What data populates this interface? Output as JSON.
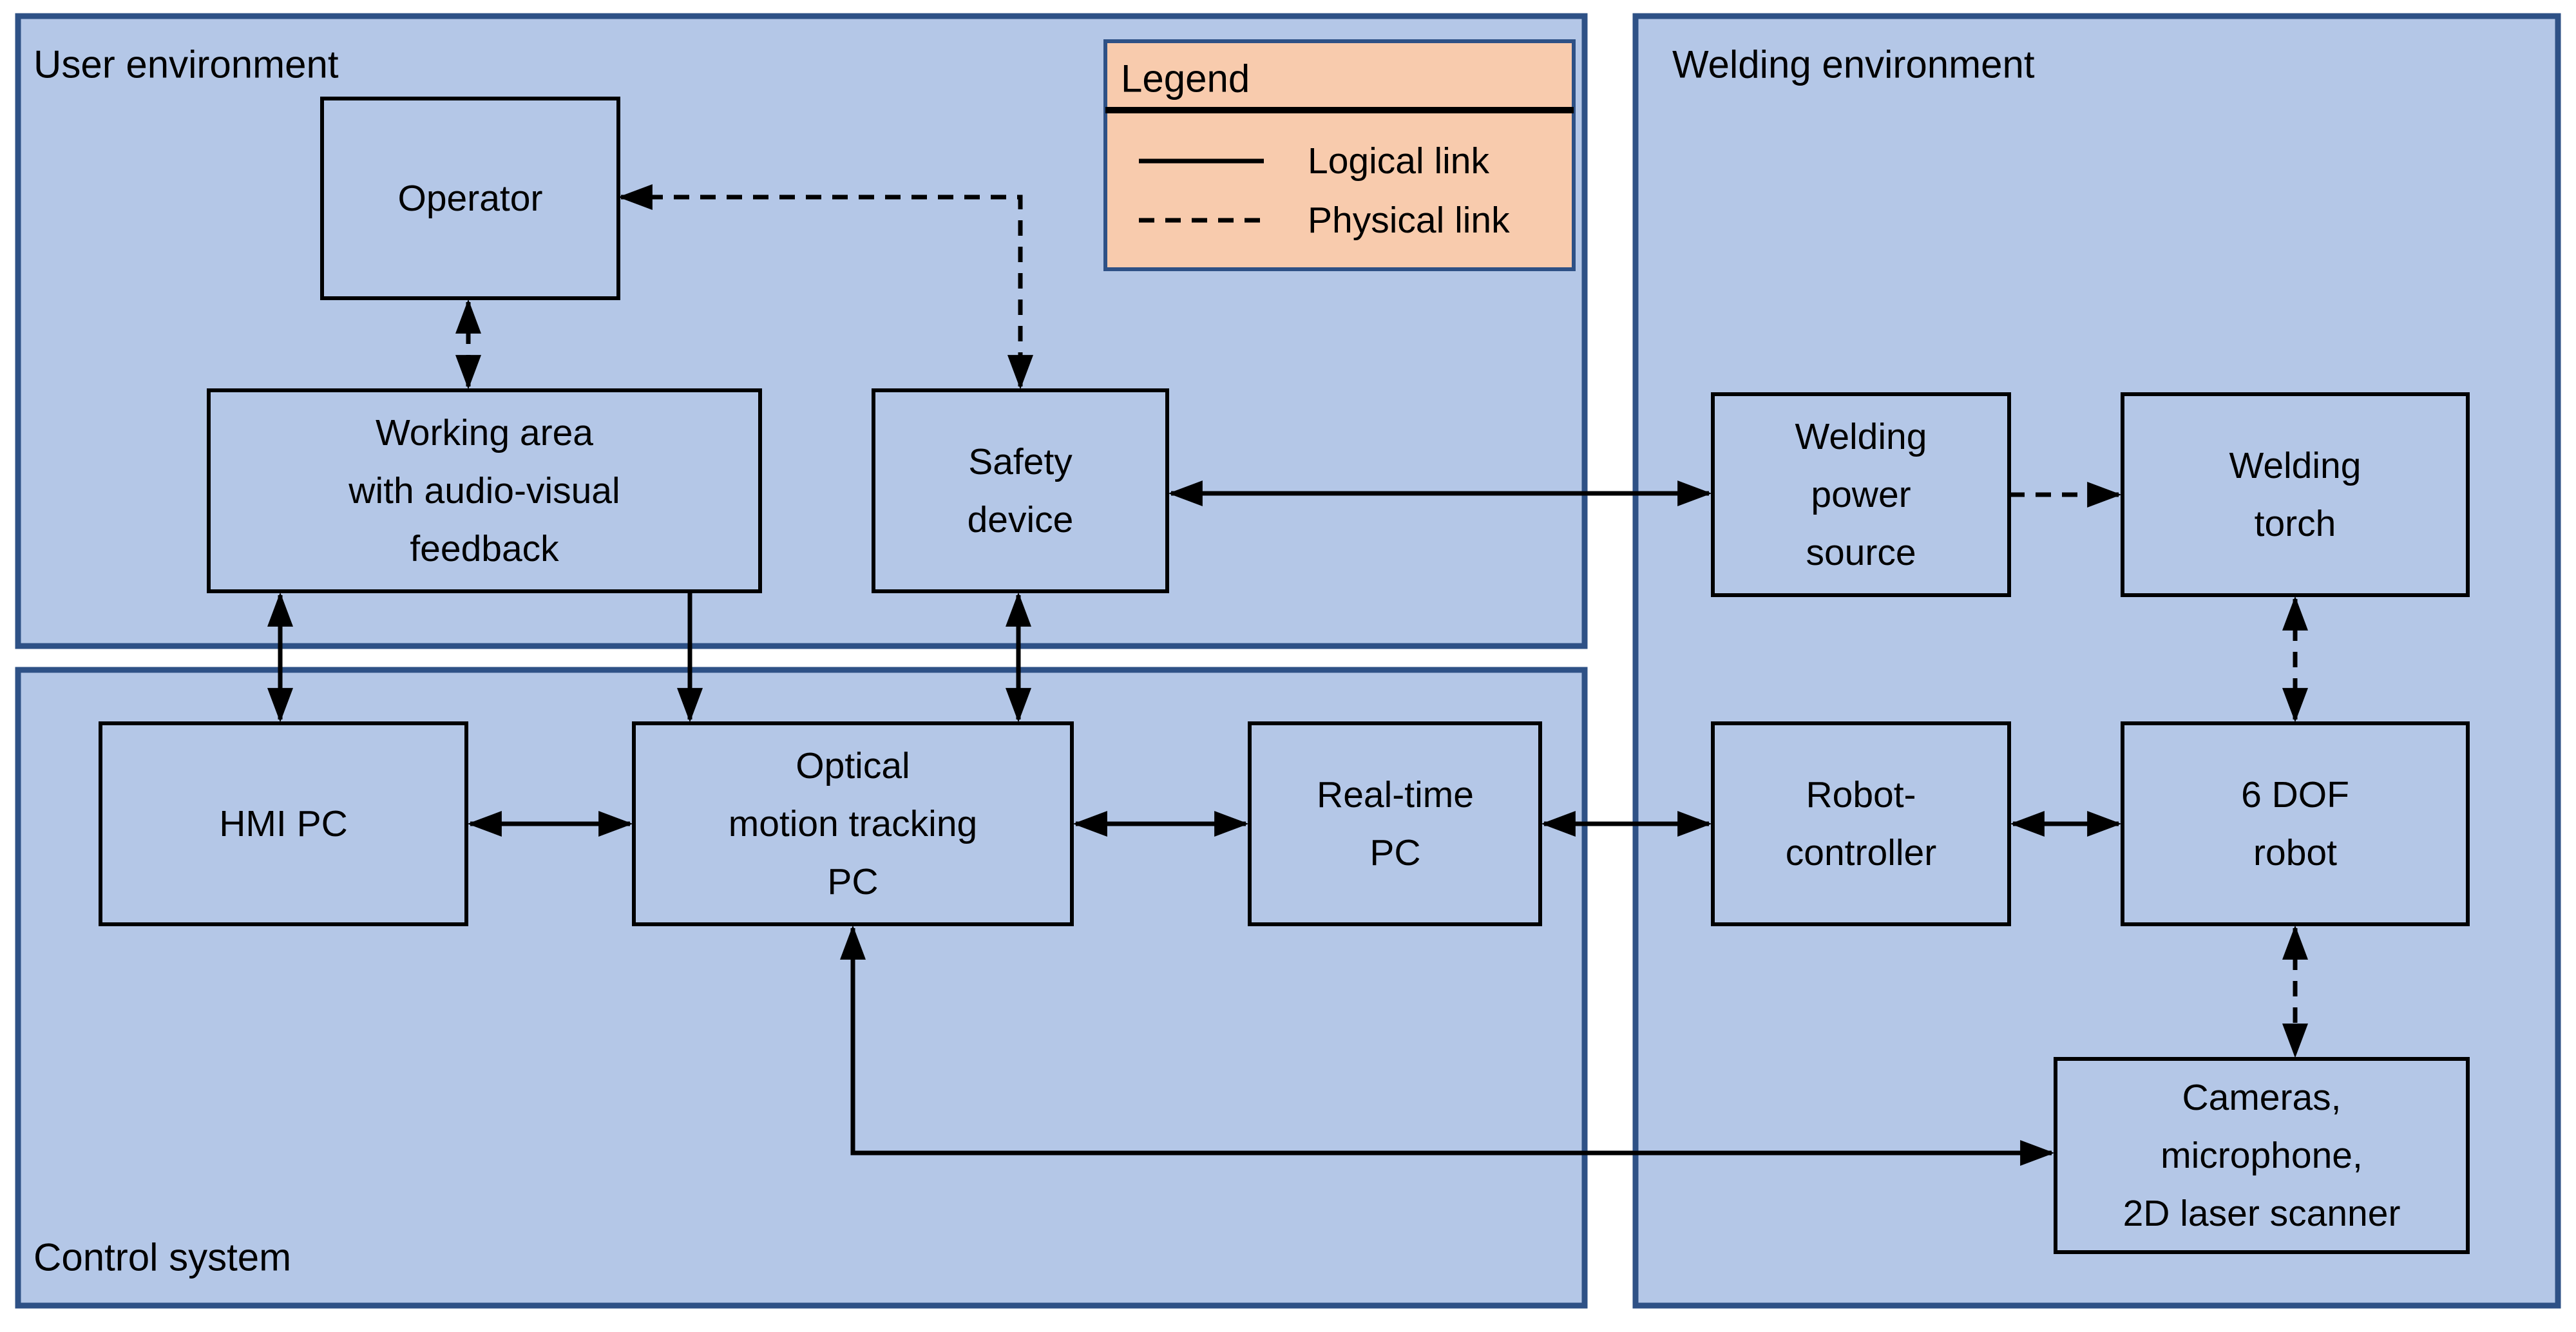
{
  "figure_type": "system-architecture-block-diagram",
  "colors": {
    "background": "#FFFFFF",
    "container_fill": "#B4C7E7",
    "container_border": "#2E5186",
    "node_fill": "#B4C7E7",
    "node_border": "#000000",
    "legend_fill": "#F8CBAD",
    "legend_border": "#2E5186",
    "link_color": "#000000",
    "text_color": "#000000"
  },
  "containers": {
    "user_env": {
      "label": "User environment"
    },
    "control_system": {
      "label": "Control system"
    },
    "welding_env": {
      "label": "Welding environment"
    }
  },
  "legend": {
    "title": "Legend",
    "items": [
      {
        "style": "solid",
        "label": "Logical link"
      },
      {
        "style": "dashed",
        "label": "Physical link"
      }
    ]
  },
  "nodes": {
    "operator": {
      "lines": [
        "Operator"
      ],
      "region": "user_env"
    },
    "working_area": {
      "lines": [
        "Working area",
        "with audio-visual",
        "feedback"
      ],
      "region": "user_env"
    },
    "safety_device": {
      "lines": [
        "Safety",
        "device"
      ],
      "region": "user_env"
    },
    "hmi_pc": {
      "lines": [
        "HMI PC"
      ],
      "region": "control_system"
    },
    "optical_pc": {
      "lines": [
        "Optical",
        "motion tracking",
        "PC"
      ],
      "region": "control_system"
    },
    "realtime_pc": {
      "lines": [
        "Real-time",
        "PC"
      ],
      "region": "control_system"
    },
    "robot_controller": {
      "lines": [
        "Robot-",
        "controller"
      ],
      "region": "welding_env"
    },
    "welding_power_source": {
      "lines": [
        "Welding",
        "power",
        "source"
      ],
      "region": "welding_env"
    },
    "welding_torch": {
      "lines": [
        "Welding",
        "torch"
      ],
      "region": "welding_env"
    },
    "six_dof_robot": {
      "lines": [
        "6 DOF",
        "robot"
      ],
      "region": "welding_env"
    },
    "sensors": {
      "lines": [
        "Cameras,",
        "microphone,",
        "2D laser scanner"
      ],
      "region": "welding_env"
    }
  },
  "links": [
    {
      "from": "safety_device",
      "to": "operator",
      "type": "physical",
      "style": "dashed",
      "arrows": "both"
    },
    {
      "from": "operator",
      "to": "working_area",
      "type": "physical",
      "style": "dashed",
      "arrows": "both"
    },
    {
      "from": "working_area",
      "to": "hmi_pc",
      "type": "logical",
      "style": "solid",
      "arrows": "both"
    },
    {
      "from": "working_area",
      "to": "optical_pc",
      "type": "logical",
      "style": "solid",
      "arrows": "to"
    },
    {
      "from": "safety_device",
      "to": "optical_pc",
      "type": "logical",
      "style": "solid",
      "arrows": "both"
    },
    {
      "from": "safety_device",
      "to": "welding_power_source",
      "type": "logical",
      "style": "solid",
      "arrows": "both"
    },
    {
      "from": "hmi_pc",
      "to": "optical_pc",
      "type": "logical",
      "style": "solid",
      "arrows": "both"
    },
    {
      "from": "optical_pc",
      "to": "realtime_pc",
      "type": "logical",
      "style": "solid",
      "arrows": "both"
    },
    {
      "from": "realtime_pc",
      "to": "robot_controller",
      "type": "logical",
      "style": "solid",
      "arrows": "both"
    },
    {
      "from": "robot_controller",
      "to": "six_dof_robot",
      "type": "logical",
      "style": "solid",
      "arrows": "both"
    },
    {
      "from": "welding_power_source",
      "to": "welding_torch",
      "type": "physical",
      "style": "dashed",
      "arrows": "to"
    },
    {
      "from": "welding_torch",
      "to": "six_dof_robot",
      "type": "physical",
      "style": "dashed",
      "arrows": "both"
    },
    {
      "from": "six_dof_robot",
      "to": "sensors",
      "type": "physical",
      "style": "dashed",
      "arrows": "both"
    },
    {
      "from": "optical_pc",
      "to": "sensors",
      "type": "logical",
      "style": "solid",
      "arrows": "both"
    }
  ]
}
